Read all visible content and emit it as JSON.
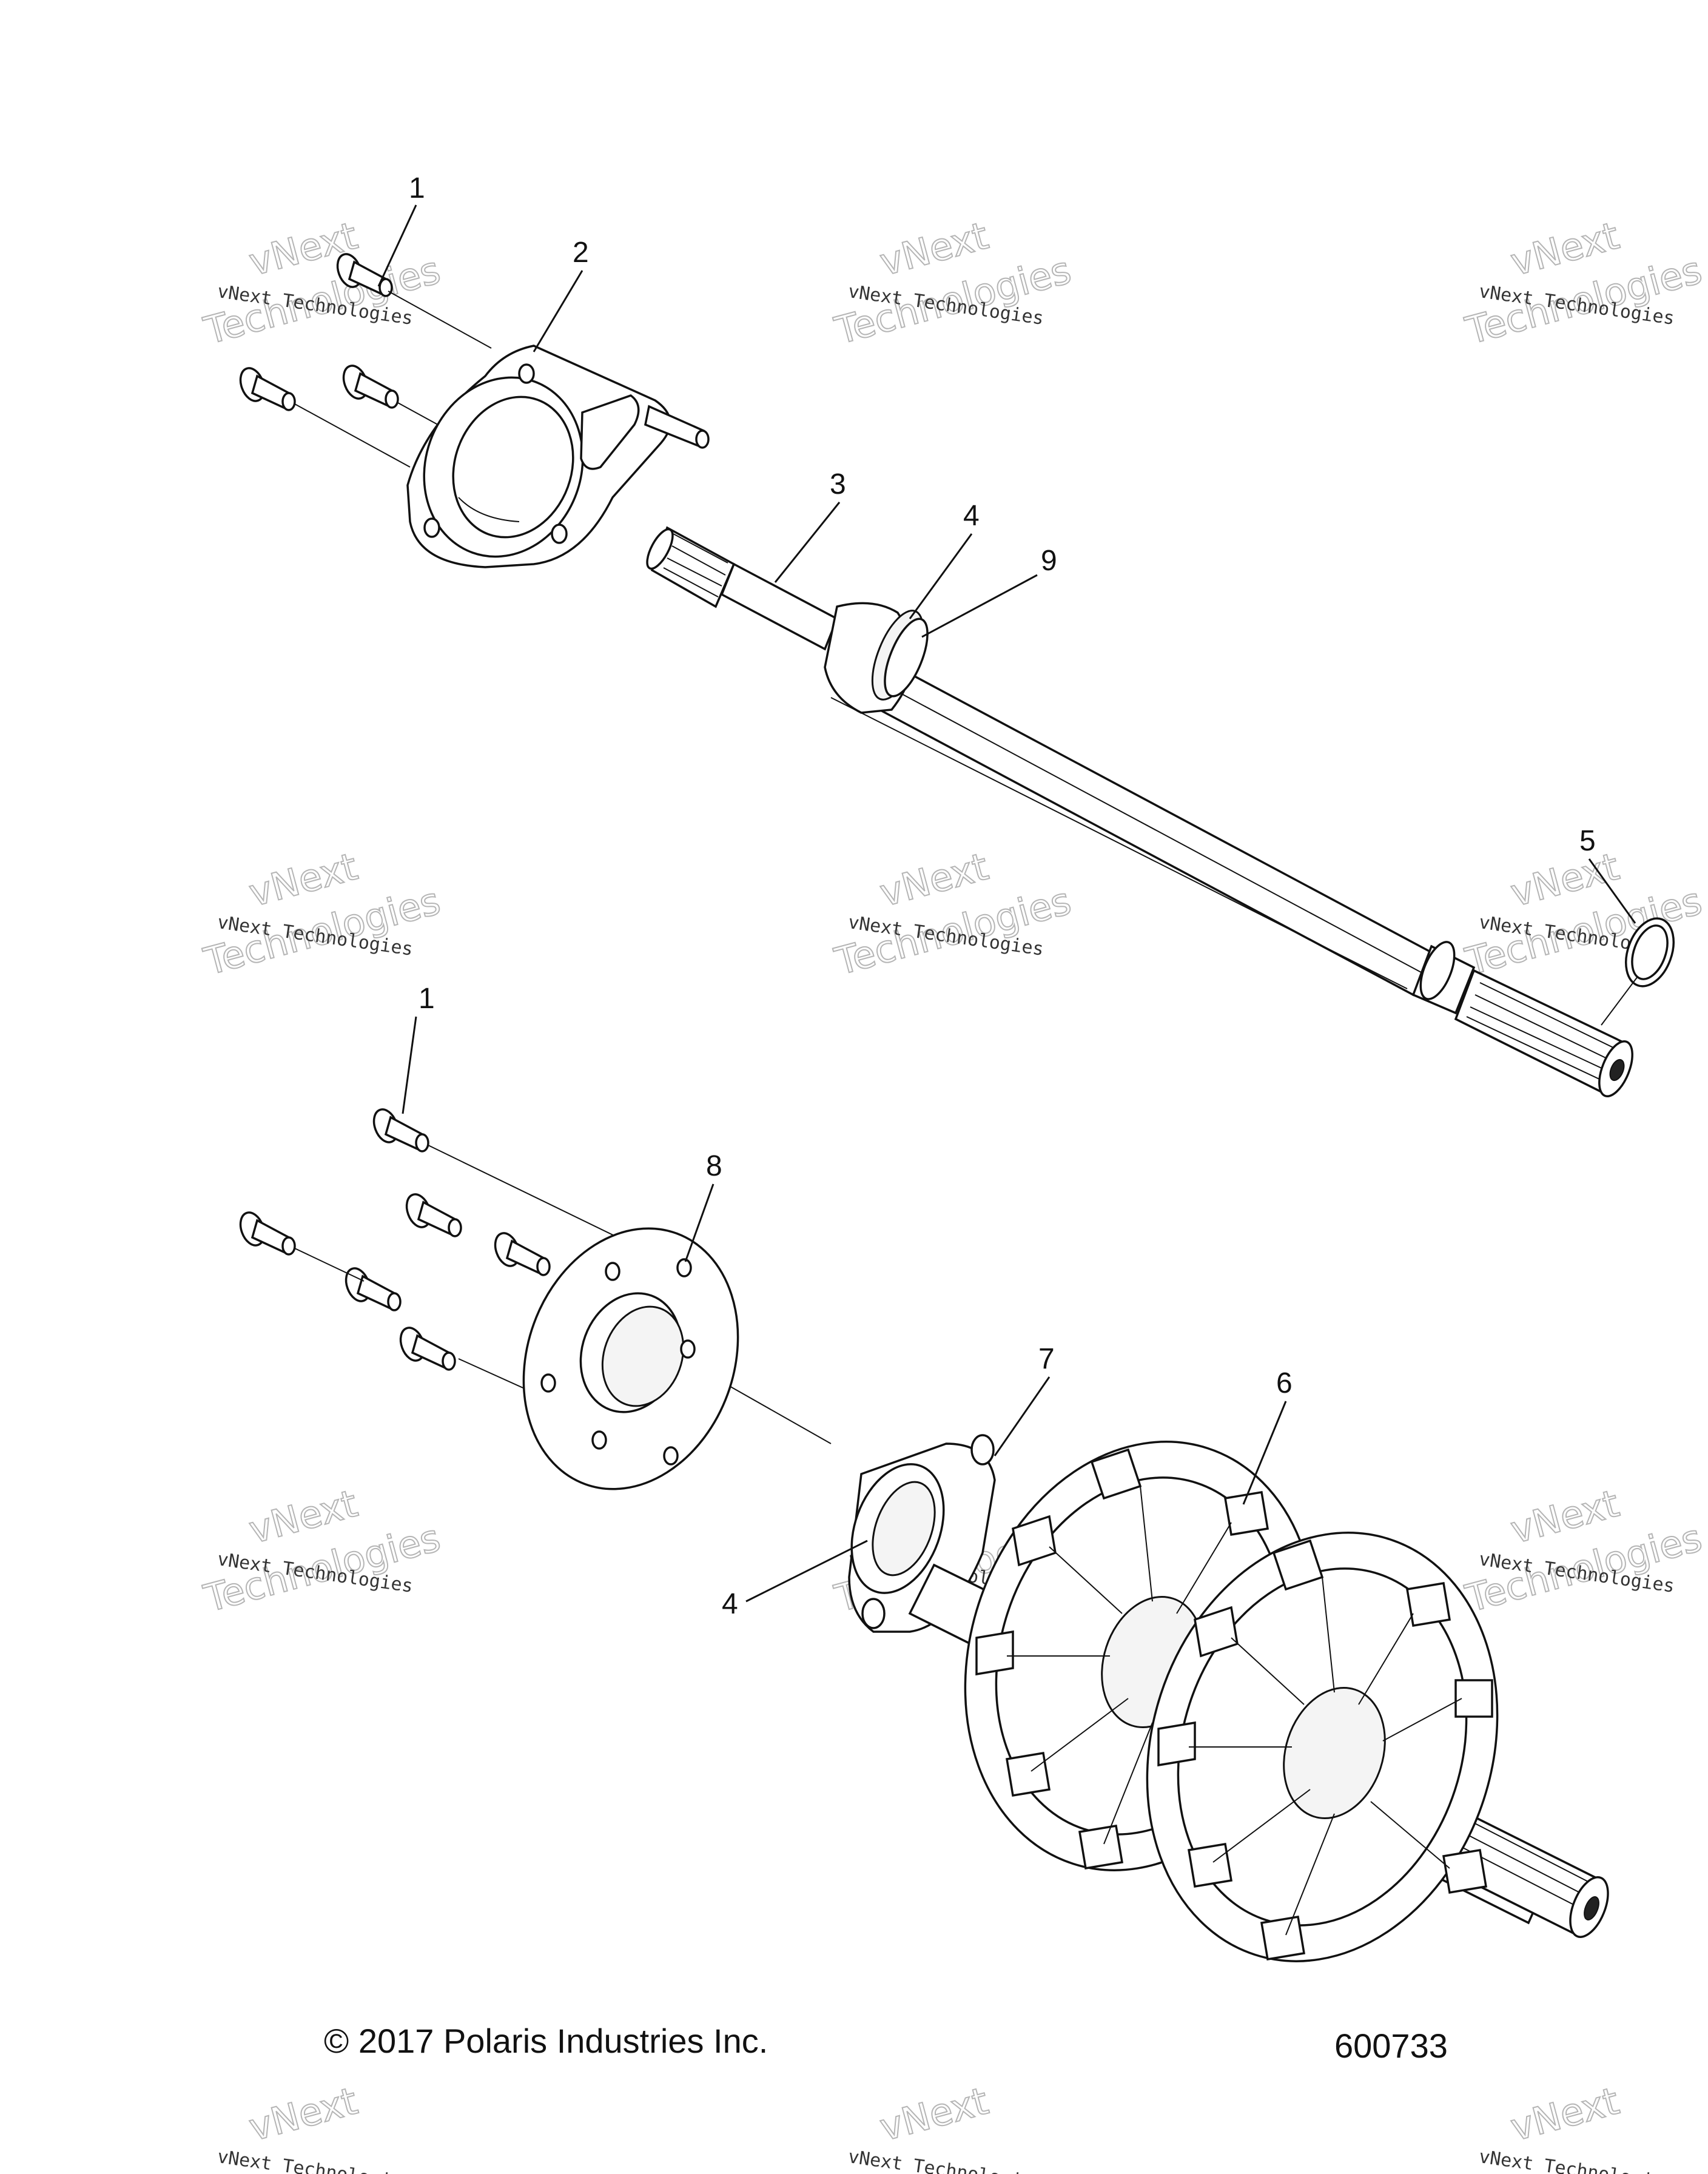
{
  "diagram": {
    "callouts": [
      {
        "id": "c1a",
        "text": "1"
      },
      {
        "id": "c2",
        "text": "2"
      },
      {
        "id": "c3",
        "text": "3"
      },
      {
        "id": "c4a",
        "text": "4"
      },
      {
        "id": "c9",
        "text": "9"
      },
      {
        "id": "c5",
        "text": "5"
      },
      {
        "id": "c1b",
        "text": "1"
      },
      {
        "id": "c8",
        "text": "8"
      },
      {
        "id": "c7",
        "text": "7"
      },
      {
        "id": "c6",
        "text": "6"
      },
      {
        "id": "c4b",
        "text": "4"
      }
    ],
    "copyright": "© 2017 Polaris Industries Inc.",
    "figure_number": "600733"
  },
  "watermark": {
    "small_text": "vNext Technologies",
    "big_line1": "vNext",
    "big_line2": "Technologies"
  }
}
